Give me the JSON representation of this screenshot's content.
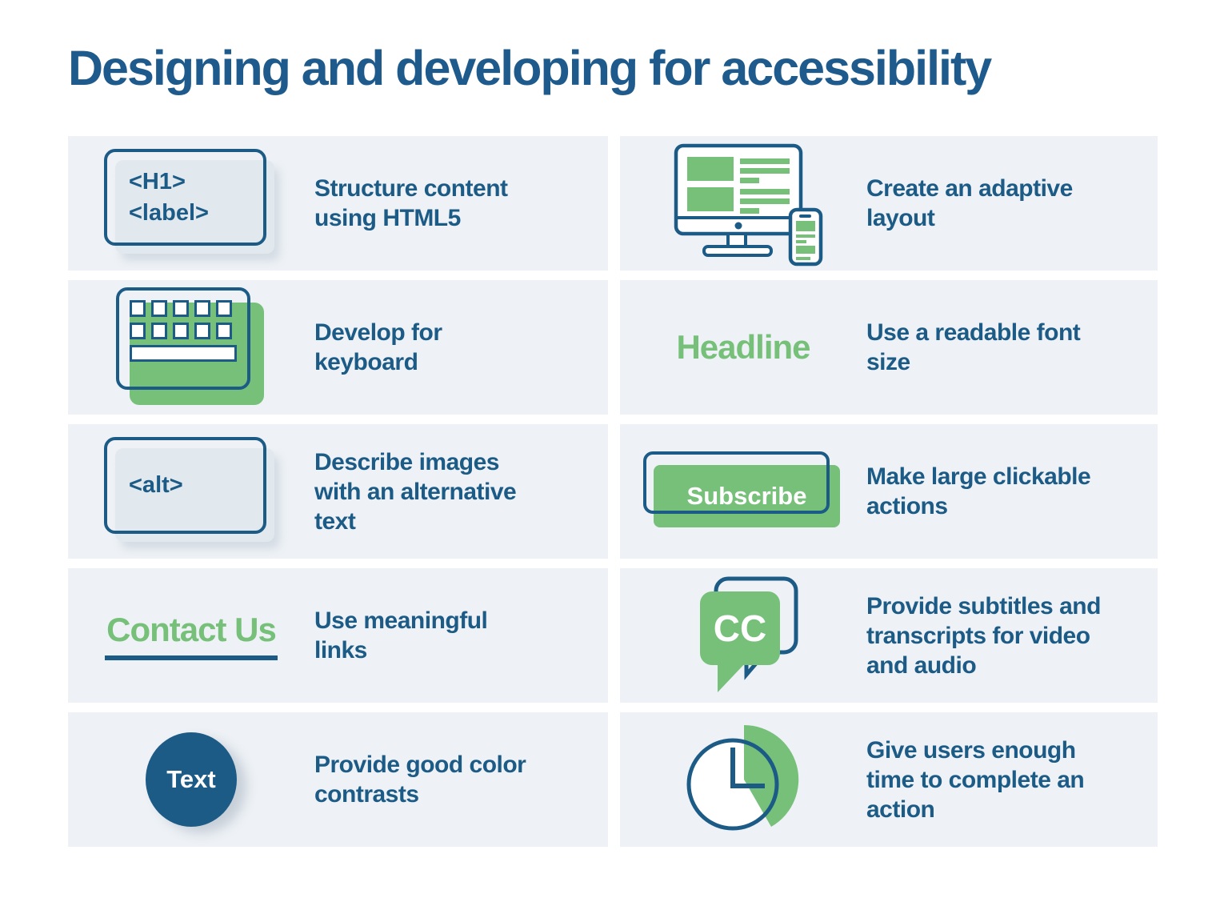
{
  "title": "Designing and developing for accessibility",
  "colors": {
    "blue": "#1d5b87",
    "green": "#77c07a",
    "card_bg": "#eef2f6",
    "box_fill": "#e2e9ee"
  },
  "cards": [
    {
      "icon": "h1-label-code-box",
      "icon_lines": "<H1>\n<label>",
      "desc": "Structure content\nusing HTML5"
    },
    {
      "icon": "adaptive-devices",
      "desc": "Create an adaptive\nlayout"
    },
    {
      "icon": "keyboard",
      "desc": "Develop for\nkeyboard"
    },
    {
      "icon": "headline-sample",
      "icon_text": "Headline",
      "desc": "Use a readable font\nsize"
    },
    {
      "icon": "alt-code-box",
      "icon_text": "<alt>",
      "desc": "Describe images\nwith an alternative\ntext"
    },
    {
      "icon": "subscribe-button",
      "icon_text": "Subscribe",
      "desc": "Make large clickable\nactions"
    },
    {
      "icon": "contact-us-link",
      "icon_text": "Contact Us",
      "desc": "Use meaningful\nlinks"
    },
    {
      "icon": "cc-speech-bubble",
      "icon_text": "CC",
      "desc": "Provide subtitles and\ntranscripts for video\nand audio"
    },
    {
      "icon": "text-contrast-circle",
      "icon_text": "Text",
      "desc": "Provide good color\ncontrasts"
    },
    {
      "icon": "clock",
      "desc": "Give users enough\ntime to complete an\naction"
    }
  ]
}
